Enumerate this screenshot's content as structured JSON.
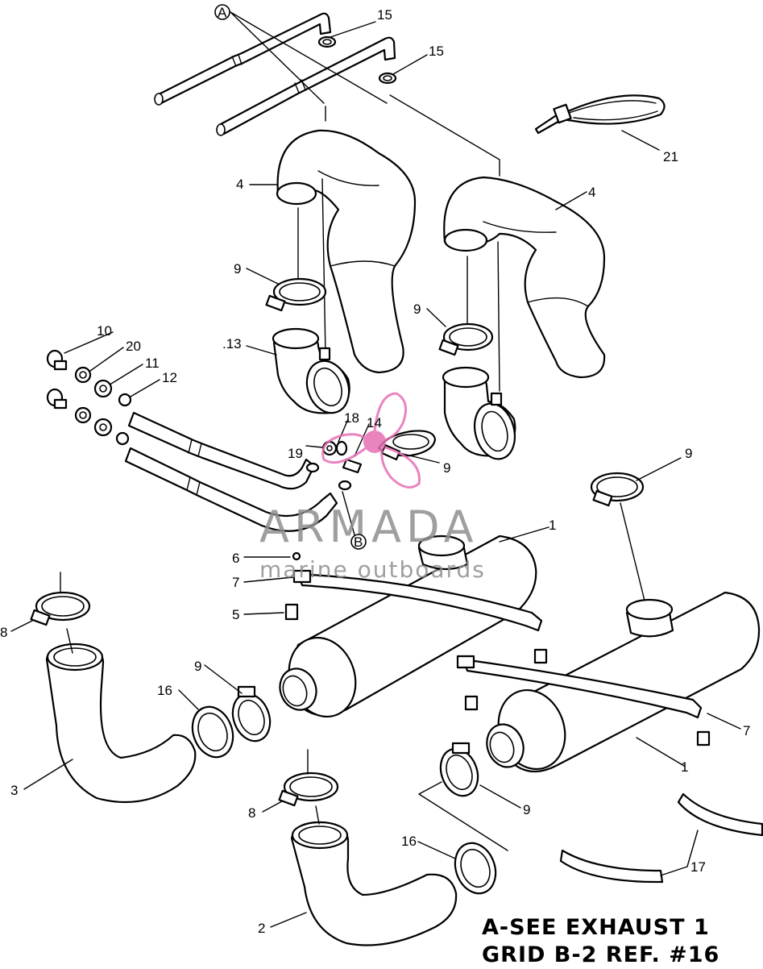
{
  "diagram": {
    "labels": {
      "A": "A",
      "B": "B",
      "n1": "1",
      "n2": "2",
      "n3": "3",
      "n4": "4",
      "n5": "5",
      "n6": "6",
      "n7": "7",
      "n8": "8",
      "n9": "9",
      "n10": "10",
      "n11": "11",
      "n12": "12",
      "n13": ".13",
      "n14": "14",
      "n15": "15",
      "n16": "16",
      "n17": "17",
      "n18": "18",
      "n19": "19",
      "n20": "20",
      "n21": "21"
    },
    "note_line1": "A-SEE EXHAUST 1",
    "note_line2": "GRID B-2 REF. #16"
  },
  "watermark": {
    "brand": "ARMADA",
    "tagline": "marine outboards",
    "logo_color": "#e76fb4",
    "text_color": "#8f8f8f"
  }
}
